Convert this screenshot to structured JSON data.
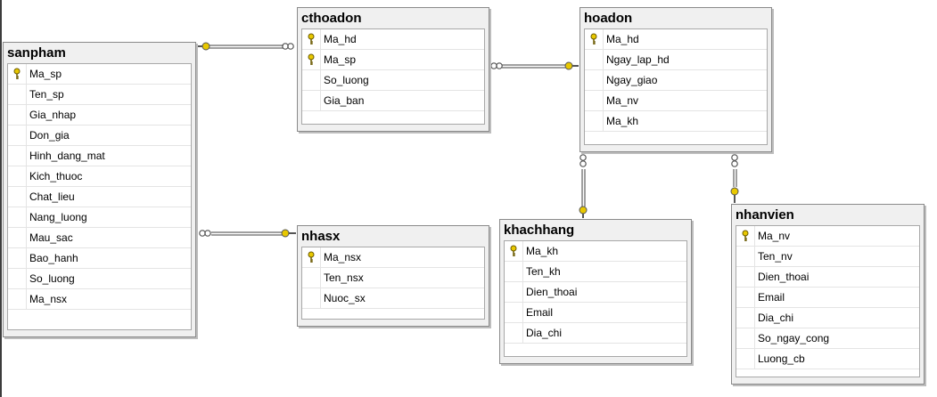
{
  "diagram": {
    "tables": [
      {
        "id": "sanpham",
        "name": "sanpham",
        "columns": [
          {
            "name": "Ma_sp",
            "pk": true
          },
          {
            "name": "Ten_sp",
            "pk": false
          },
          {
            "name": "Gia_nhap",
            "pk": false
          },
          {
            "name": "Don_gia",
            "pk": false
          },
          {
            "name": "Hinh_dang_mat",
            "pk": false
          },
          {
            "name": "Kich_thuoc",
            "pk": false
          },
          {
            "name": "Chat_lieu",
            "pk": false
          },
          {
            "name": "Nang_luong",
            "pk": false
          },
          {
            "name": "Mau_sac",
            "pk": false
          },
          {
            "name": "Bao_hanh",
            "pk": false
          },
          {
            "name": "So_luong",
            "pk": false
          },
          {
            "name": "Ma_nsx",
            "pk": false
          }
        ]
      },
      {
        "id": "cthoadon",
        "name": "cthoadon",
        "columns": [
          {
            "name": "Ma_hd",
            "pk": true
          },
          {
            "name": "Ma_sp",
            "pk": true
          },
          {
            "name": "So_luong",
            "pk": false
          },
          {
            "name": "Gia_ban",
            "pk": false
          }
        ]
      },
      {
        "id": "hoadon",
        "name": "hoadon",
        "columns": [
          {
            "name": "Ma_hd",
            "pk": true
          },
          {
            "name": "Ngay_lap_hd",
            "pk": false
          },
          {
            "name": "Ngay_giao",
            "pk": false
          },
          {
            "name": "Ma_nv",
            "pk": false
          },
          {
            "name": "Ma_kh",
            "pk": false
          }
        ]
      },
      {
        "id": "nhasx",
        "name": "nhasx",
        "columns": [
          {
            "name": "Ma_nsx",
            "pk": true
          },
          {
            "name": "Ten_nsx",
            "pk": false
          },
          {
            "name": "Nuoc_sx",
            "pk": false
          }
        ]
      },
      {
        "id": "khachhang",
        "name": "khachhang",
        "columns": [
          {
            "name": "Ma_kh",
            "pk": true
          },
          {
            "name": "Ten_kh",
            "pk": false
          },
          {
            "name": "Dien_thoai",
            "pk": false
          },
          {
            "name": "Email",
            "pk": false
          },
          {
            "name": "Dia_chi",
            "pk": false
          }
        ]
      },
      {
        "id": "nhanvien",
        "name": "nhanvien",
        "columns": [
          {
            "name": "Ma_nv",
            "pk": true
          },
          {
            "name": "Ten_nv",
            "pk": false
          },
          {
            "name": "Dien_thoai",
            "pk": false
          },
          {
            "name": "Email",
            "pk": false
          },
          {
            "name": "Dia_chi",
            "pk": false
          },
          {
            "name": "So_ngay_cong",
            "pk": false
          },
          {
            "name": "Luong_cb",
            "pk": false
          }
        ]
      }
    ],
    "relationships": [
      {
        "one": "sanpham",
        "many": "cthoadon"
      },
      {
        "one": "hoadon",
        "many": "cthoadon"
      },
      {
        "one": "nhasx",
        "many": "sanpham"
      },
      {
        "one": "khachhang",
        "many": "hoadon"
      },
      {
        "one": "nhanvien",
        "many": "hoadon"
      }
    ],
    "colors": {
      "key_icon": "#e8c800",
      "line": "#808080"
    }
  }
}
